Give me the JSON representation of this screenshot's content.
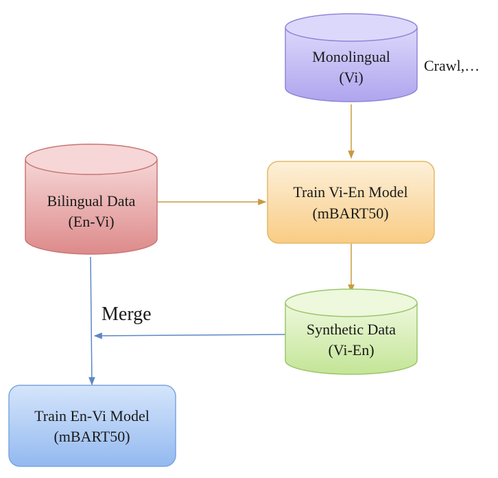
{
  "nodes": {
    "monolingual": {
      "line1": "Monolingual",
      "line2": "(Vi)"
    },
    "bilingual": {
      "line1": "Bilingual Data",
      "line2": "(En-Vi)"
    },
    "train_vi_en": {
      "line1": "Train Vi-En Model",
      "line2": "(mBART50)"
    },
    "synthetic": {
      "line1": "Synthetic Data",
      "line2": "(Vi-En)"
    },
    "train_en_vi": {
      "line1": "Train En-Vi Model",
      "line2": "(mBART50)"
    }
  },
  "labels": {
    "source_note": "Crawl,…",
    "merge": "Merge"
  },
  "colors": {
    "purple": "#b9b2f0",
    "red": "#e79a9a",
    "orange": "#fbd79a",
    "green": "#d2ecaa",
    "blue": "#a8c8f5",
    "arrow_orange": "#c99a3e",
    "arrow_blue": "#5b87c6"
  }
}
